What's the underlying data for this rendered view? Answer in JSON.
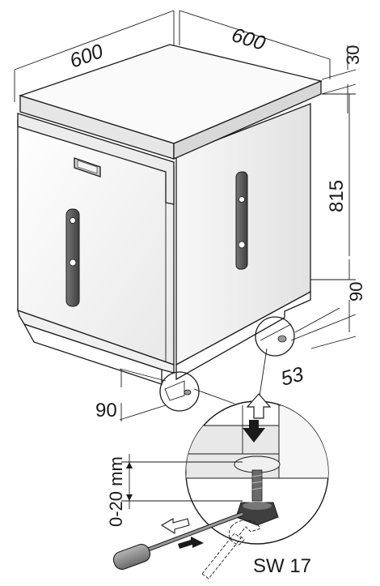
{
  "dimensions": {
    "width_front": "600",
    "depth_side": "600",
    "top_thickness": "30",
    "height_body": "815",
    "foot_height_right": "90",
    "foot_height_left": "90",
    "foot_inset": "53",
    "adjust_range": "0-20 mm"
  },
  "tool_label": "SW 17",
  "colors": {
    "outline": "#1a1a1a",
    "panel_light": "#f4f4f4",
    "panel_shade": "#dcdcdc",
    "handle": "#5a5a5a",
    "screwdriver_handle": "#8c8c8c"
  },
  "icons": [
    "arrow-up-icon",
    "arrow-down-icon",
    "arrow-left-icon",
    "arrow-right-icon"
  ]
}
